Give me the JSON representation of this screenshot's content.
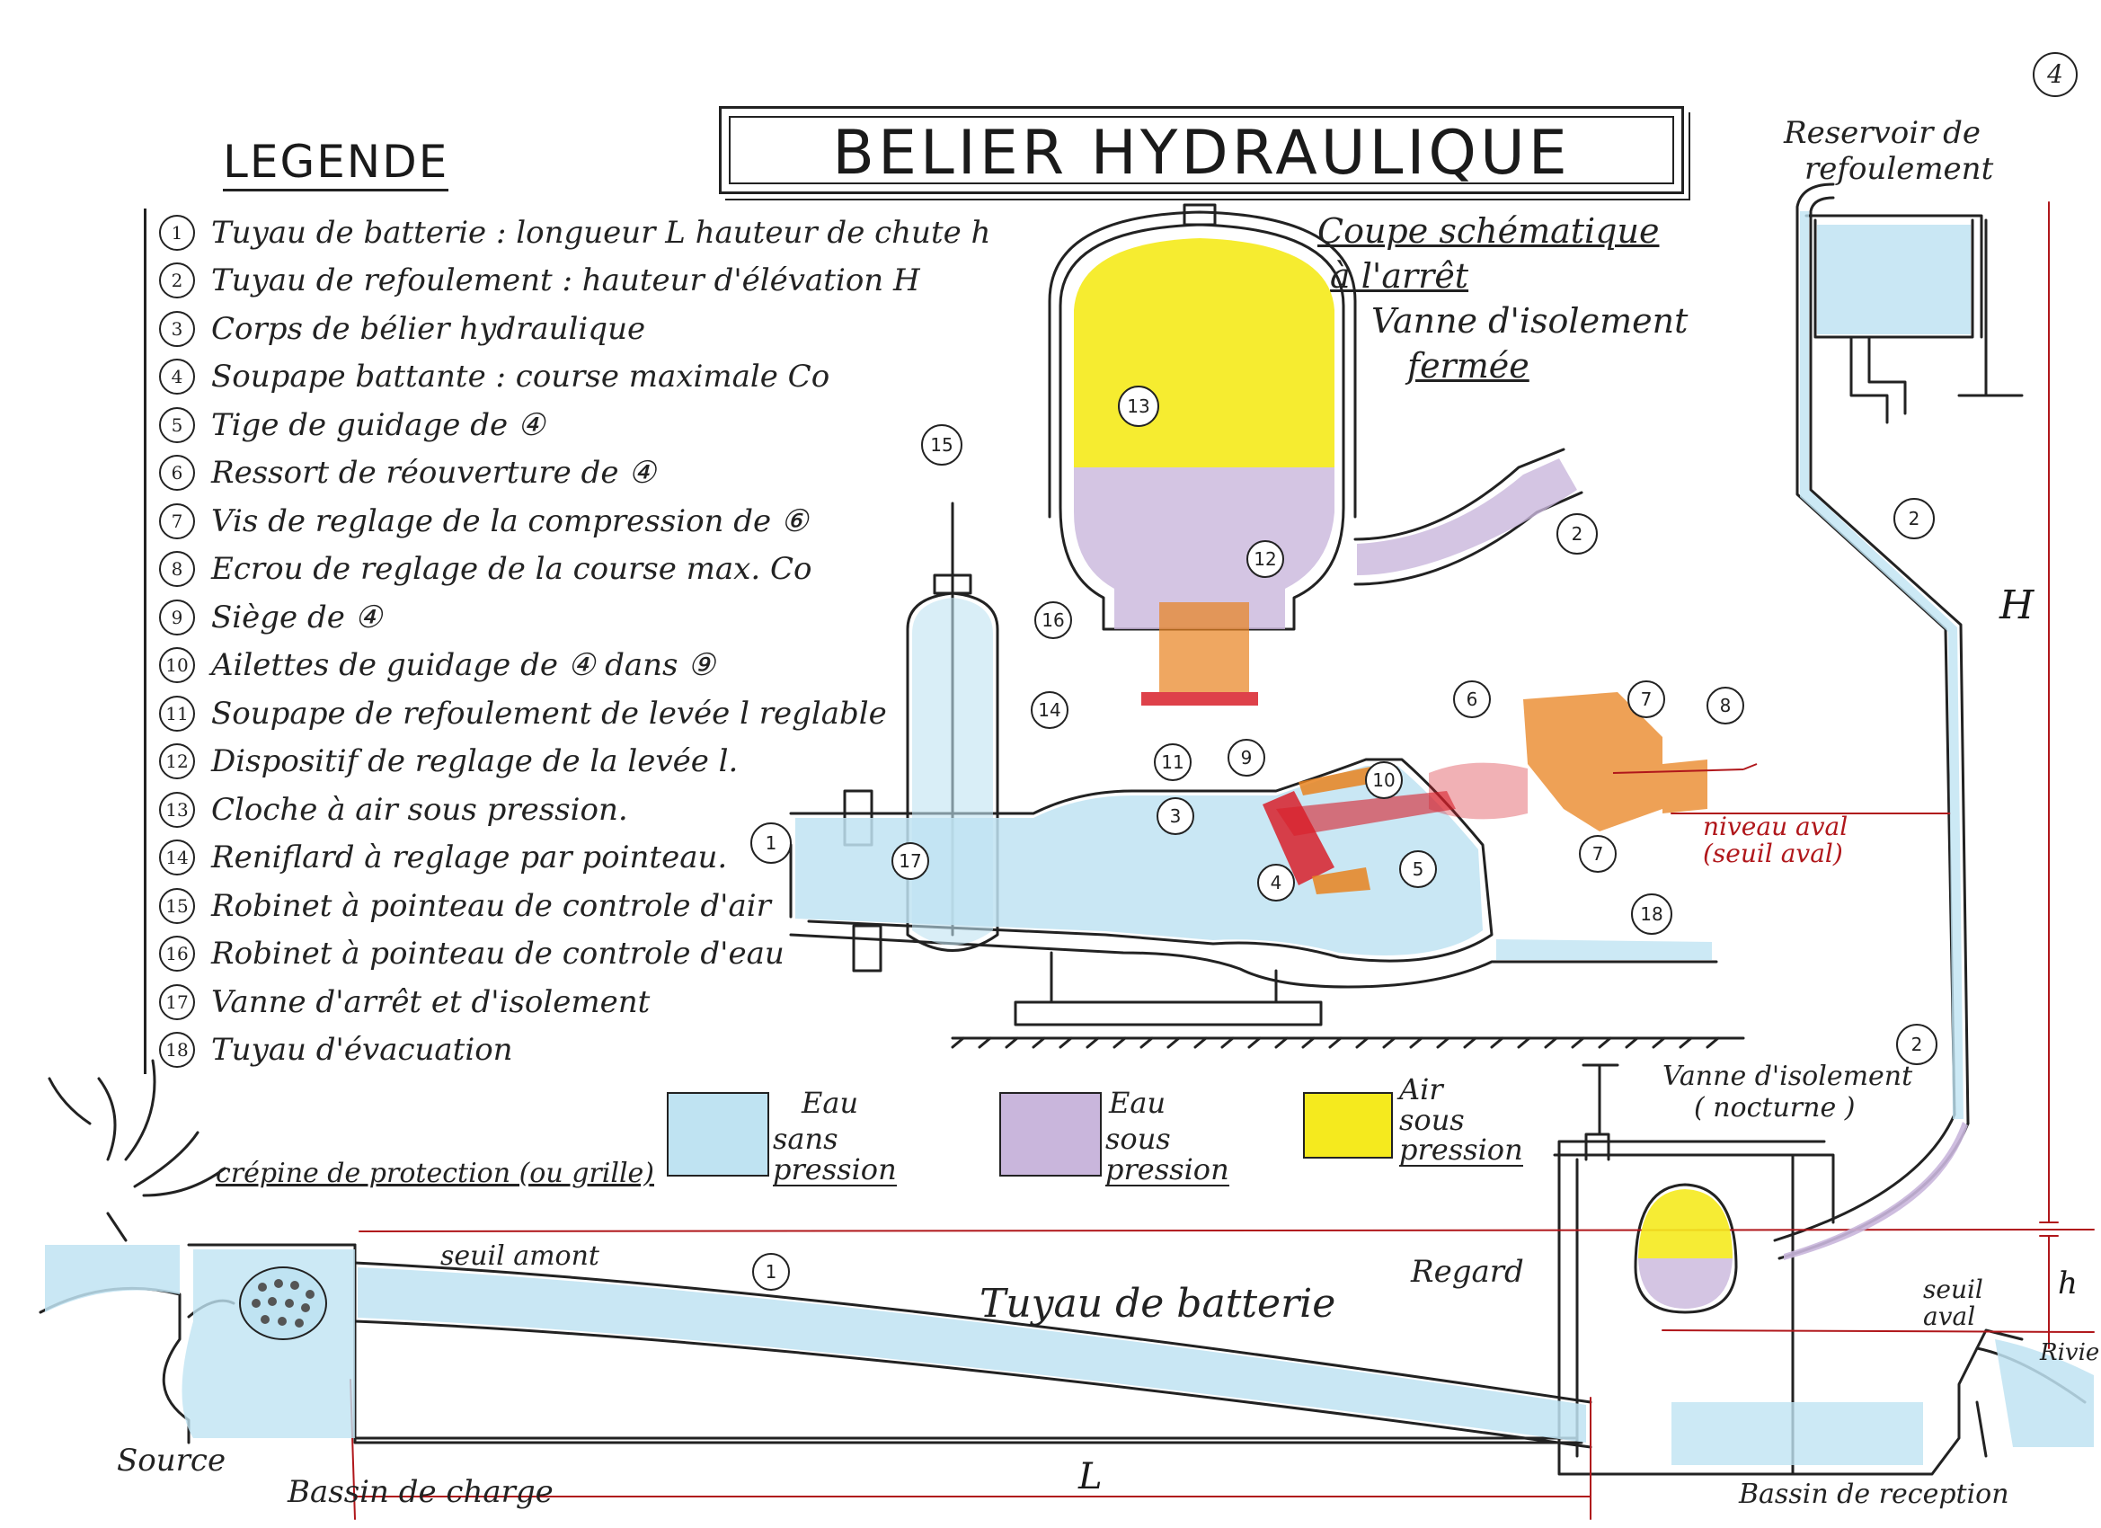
{
  "page_number": "4",
  "title": "BELIER HYDRAULIQUE",
  "legend_title": "LEGENDE",
  "legend": [
    {
      "num": "1",
      "text": "Tuyau de batterie : longueur L hauteur de chute h"
    },
    {
      "num": "2",
      "text": "Tuyau de refoulement : hauteur d'élévation H"
    },
    {
      "num": "3",
      "text": "Corps de bélier hydraulique"
    },
    {
      "num": "4",
      "text": "Soupape battante : course maximale Co"
    },
    {
      "num": "5",
      "text": "Tige de guidage de ④"
    },
    {
      "num": "6",
      "text": "Ressort de réouverture de ④"
    },
    {
      "num": "7",
      "text": "Vis de reglage de la compression de ⑥"
    },
    {
      "num": "8",
      "text": "Ecrou de reglage de la course max. Co"
    },
    {
      "num": "9",
      "text": "Siège de ④"
    },
    {
      "num": "10",
      "text": "Ailettes de guidage de ④ dans ⑨"
    },
    {
      "num": "11",
      "text": "Soupape de refoulement de levée l reglable"
    },
    {
      "num": "12",
      "text": "Dispositif de reglage de la levée l."
    },
    {
      "num": "13",
      "text": "Cloche à air sous pression."
    },
    {
      "num": "14",
      "text": "Reniflard à reglage par pointeau."
    },
    {
      "num": "15",
      "text": "Robinet à pointeau de controle d'air"
    },
    {
      "num": "16",
      "text": "Robinet à pointeau de controle d'eau"
    },
    {
      "num": "17",
      "text": "Vanne d'arrêt et d'isolement"
    },
    {
      "num": "18",
      "text": "Tuyau d'évacuation"
    }
  ],
  "subtitle": {
    "line1": "Coupe schématique",
    "line2": "à l'arrêt",
    "line3": "Vanne d'isolement",
    "line4": "fermée"
  },
  "color_key": [
    {
      "label_1": "Eau",
      "label_2": "sans pression",
      "color": "#bfe3f2"
    },
    {
      "label_1": "Eau",
      "label_2": "sous pression",
      "color": "#c9b6dc"
    },
    {
      "label_1": "Air sous",
      "label_2": "pression",
      "color": "#f5ea1e"
    }
  ],
  "labels": {
    "reservoir": "Reservoir de refoulement",
    "H": "H",
    "h": "h",
    "L": "L",
    "niveau_aval": "niveau aval (seuil aval)",
    "vanne_isolement_nocturne_1": "Vanne d'isolement",
    "vanne_isolement_nocturne_2": "( nocturne )",
    "crepine": "crépine de protection (ou grille)",
    "seuil_amont": "seuil amont",
    "tuyau_batterie": "Tuyau de batterie",
    "regard": "Regard",
    "seuil_aval": "seuil aval",
    "riviere": "Rivie",
    "source": "Source",
    "bassin_charge": "Bassin de charge",
    "bassin_reception": "Bassin de reception"
  },
  "colors": {
    "air": "#f5ea1e",
    "water_pressure": "#c9b6dc",
    "water_free": "#bfe3f2",
    "red_parts": "#d8202a",
    "orange_parts": "#e8821e",
    "outline": "#222222"
  }
}
